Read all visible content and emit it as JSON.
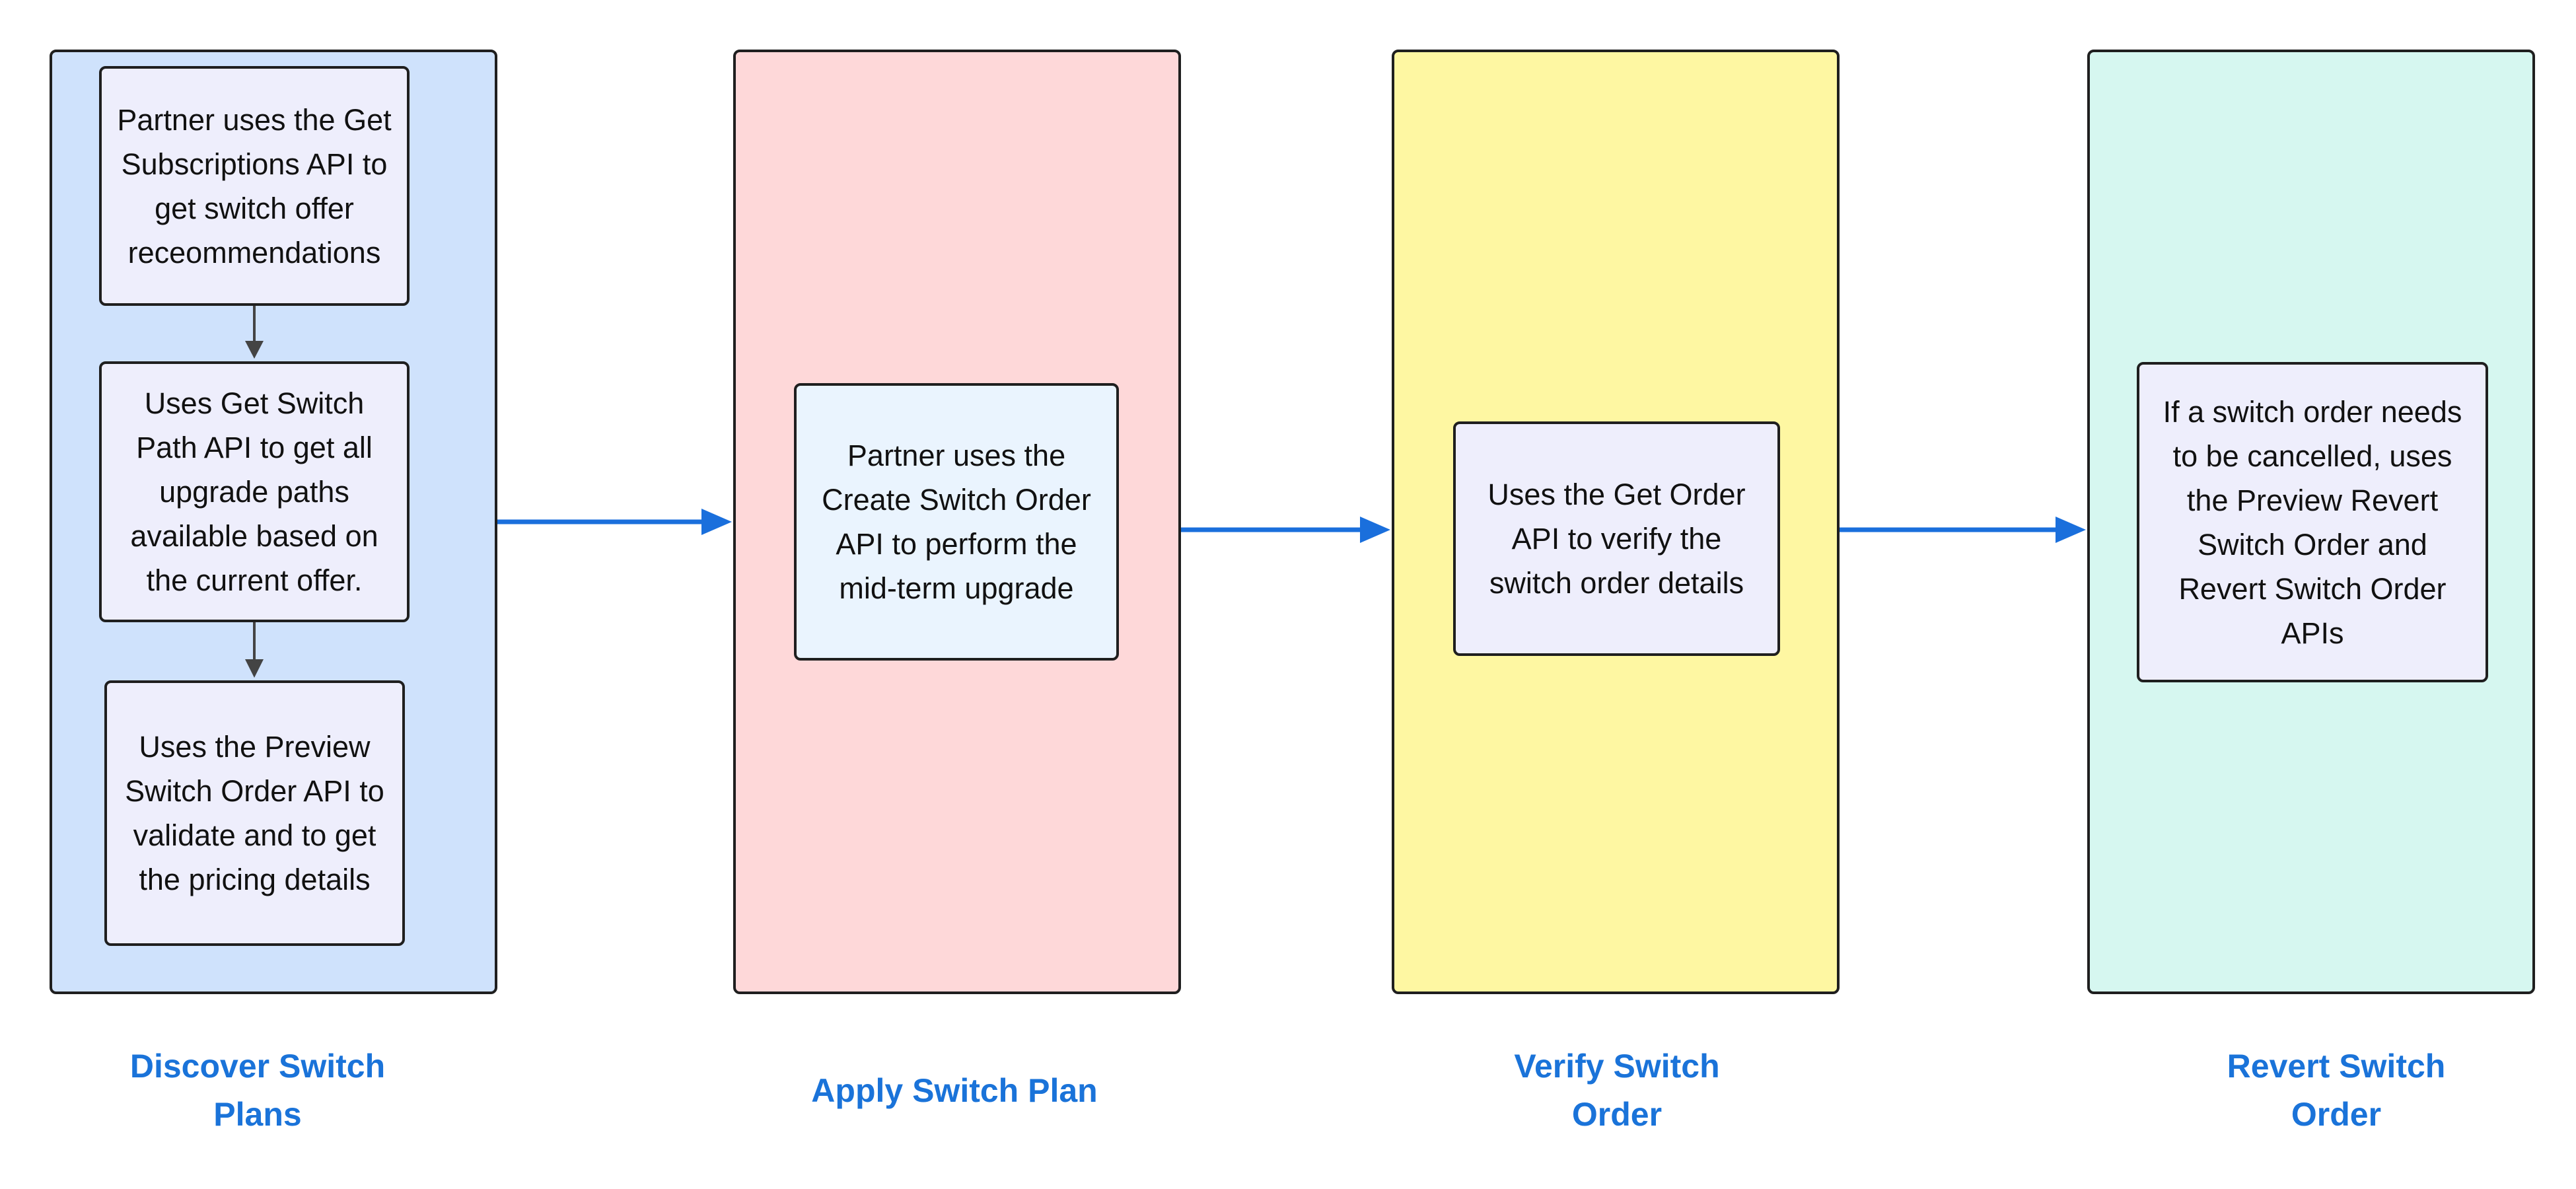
{
  "colors": {
    "discover_lane": "#cfe2fc",
    "apply_lane": "#fed8d9",
    "verify_lane": "#fef7a2",
    "revert_lane": "#d6f7f0",
    "apply_box": "#eaf4fe",
    "default_box": "#eeeefc",
    "label_blue": "#1a73d9",
    "flow_arrow": "#1a6fdc",
    "inner_arrow": "#444444"
  },
  "lanes": {
    "discover": {
      "steps": [
        "Partner uses the Get Subscriptions API to get switch offer receommendations",
        "Uses Get Switch Path API to get all upgrade paths available based on the current offer.",
        "Uses the Preview Switch Order API to validate and to get the pricing details"
      ],
      "label_line1": "Discover Switch",
      "label_line2": "Plans"
    },
    "apply": {
      "step": "Partner uses the Create Switch Order API to perform the mid-term upgrade",
      "label_line1": "Apply Switch Plan"
    },
    "verify": {
      "step": "Uses the Get Order API to verify the switch order details",
      "label_line1": "Verify Switch",
      "label_line2": "Order"
    },
    "revert": {
      "step": "If a switch order needs to be cancelled, uses the Preview Revert Switch Order and Revert Switch Order APIs",
      "label_line1": "Revert Switch",
      "label_line2": "Order"
    }
  }
}
